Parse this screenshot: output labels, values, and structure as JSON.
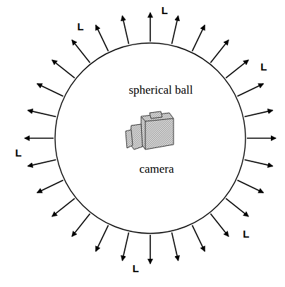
{
  "diagram": {
    "nodes": [
      {
        "text": [
          "spherical ball"
        ]
      }
    ],
    "labels": [
      "L",
      "L",
      "L",
      "L",
      "L",
      "L",
      "camera"
    ]
  }
}
